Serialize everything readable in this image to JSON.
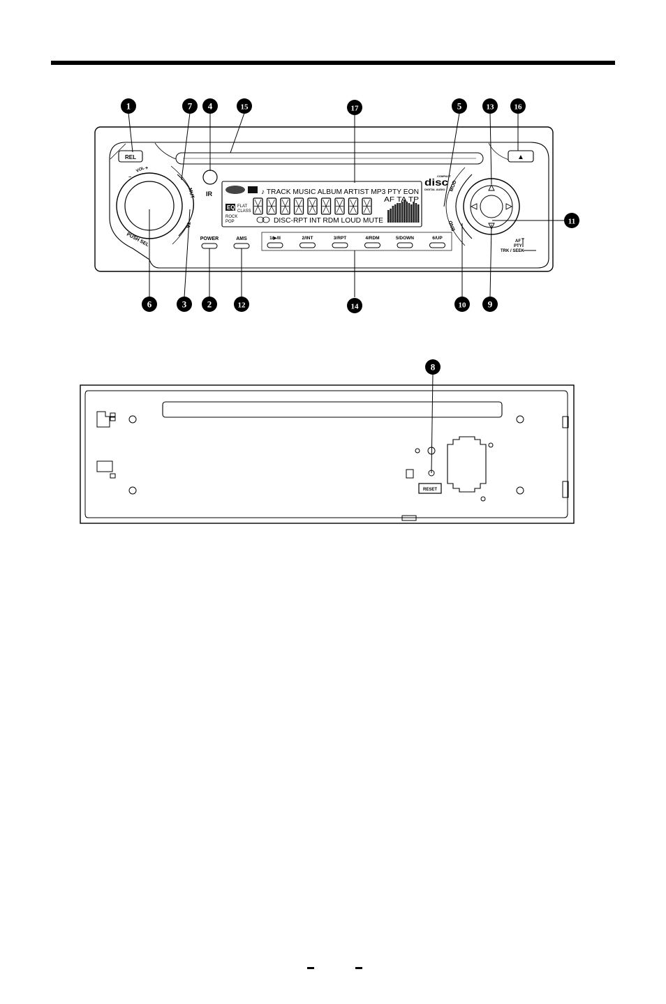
{
  "callouts_front": [
    {
      "n": "1"
    },
    {
      "n": "7"
    },
    {
      "n": "4"
    },
    {
      "n": "15"
    },
    {
      "n": "17"
    },
    {
      "n": "5"
    },
    {
      "n": "13"
    },
    {
      "n": "16"
    },
    {
      "n": "11"
    },
    {
      "n": "6"
    },
    {
      "n": "3"
    },
    {
      "n": "2"
    },
    {
      "n": "12"
    },
    {
      "n": "14"
    },
    {
      "n": "10"
    },
    {
      "n": "9"
    }
  ],
  "callout_back": {
    "n": "8"
  },
  "front_panel": {
    "rel_label": "REL",
    "vol_label": "VOL",
    "vol_minus": "−",
    "vol_plus": "+",
    "push_sel_label": "PUSH SEL",
    "mut_label": "MUT",
    "ta_label": "TA",
    "ir_label": "IR",
    "power_label": "POWER",
    "ams_label": "AMS",
    "presets": [
      {
        "label": "1/▶/II"
      },
      {
        "label": "2/INT"
      },
      {
        "label": "3/RPT"
      },
      {
        "label": "4/RDM"
      },
      {
        "label": "5/DOWN"
      },
      {
        "label": "6/UP"
      }
    ],
    "mod_label": "MOD",
    "band_label": "BND",
    "disc_logo_top": "COMPACT",
    "disc_logo_main": "disc",
    "disc_logo_bottom": "DIGITAL AUDIO",
    "eject_symbol": "▲",
    "af_label": "AF",
    "pty_label": "PTY",
    "trk_label": "TRK / SEEK"
  },
  "lcd": {
    "top_row": "♪ TRACK MUSIC ALBUM ARTIST  MP3  PTY  EON",
    "af_ta_tp": "AF   TA   TP",
    "eq": "EQ",
    "flat": "FLAT",
    "class": "CLASS",
    "rock": "ROCK",
    "pop": "POP",
    "bottom_row": "DISC-RPT  INT   RDM LOUD   MUTE"
  },
  "back_panel": {
    "reset_label": "RESET"
  }
}
